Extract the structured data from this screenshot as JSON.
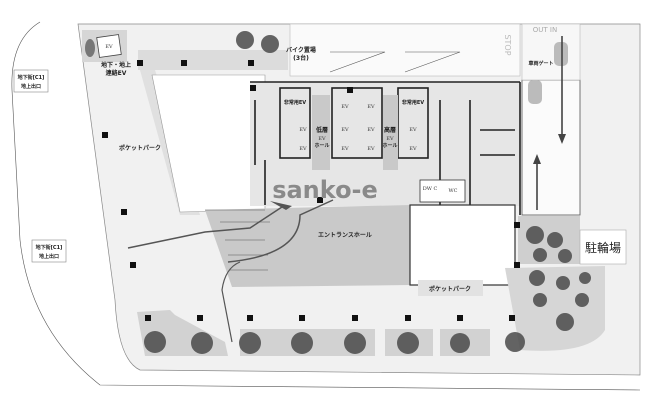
{
  "plan": {
    "watermark": "sanko-e",
    "labels": {
      "exit_top": [
        "地下街[C1]",
        "地上出口"
      ],
      "exit_bottom": [
        "地下街[C1]",
        "地上出口"
      ],
      "ev_box": "EV",
      "link_ev": [
        "地下・地上",
        "連絡EV"
      ],
      "bike_parking": [
        "バイク置場",
        "(3台)"
      ],
      "pocket_park_left": "ポケットパーク",
      "pocket_park_bottom": "ポケットパーク",
      "low_ev_hall": [
        "低層",
        "EV",
        "ホール"
      ],
      "high_ev_hall": [
        "高層",
        "EV",
        "ホール"
      ],
      "emergency_ev": "非常用EV",
      "ev": "EV",
      "entrance_hall": "エントランスホール",
      "bicycle_parking": "駐輪場",
      "vehicle_gate": "車両ゲート",
      "stop": "STOP",
      "out_in": "OUT  IN",
      "dwc": "DW C",
      "wc": "WC"
    },
    "colors": {
      "plaza": "#f1f1f1",
      "building": "#e4e4e4",
      "hall": "#c9c9c9",
      "planter": "#cfcfcf",
      "tree": "#4a4a4a",
      "arrow": "#555555"
    }
  }
}
